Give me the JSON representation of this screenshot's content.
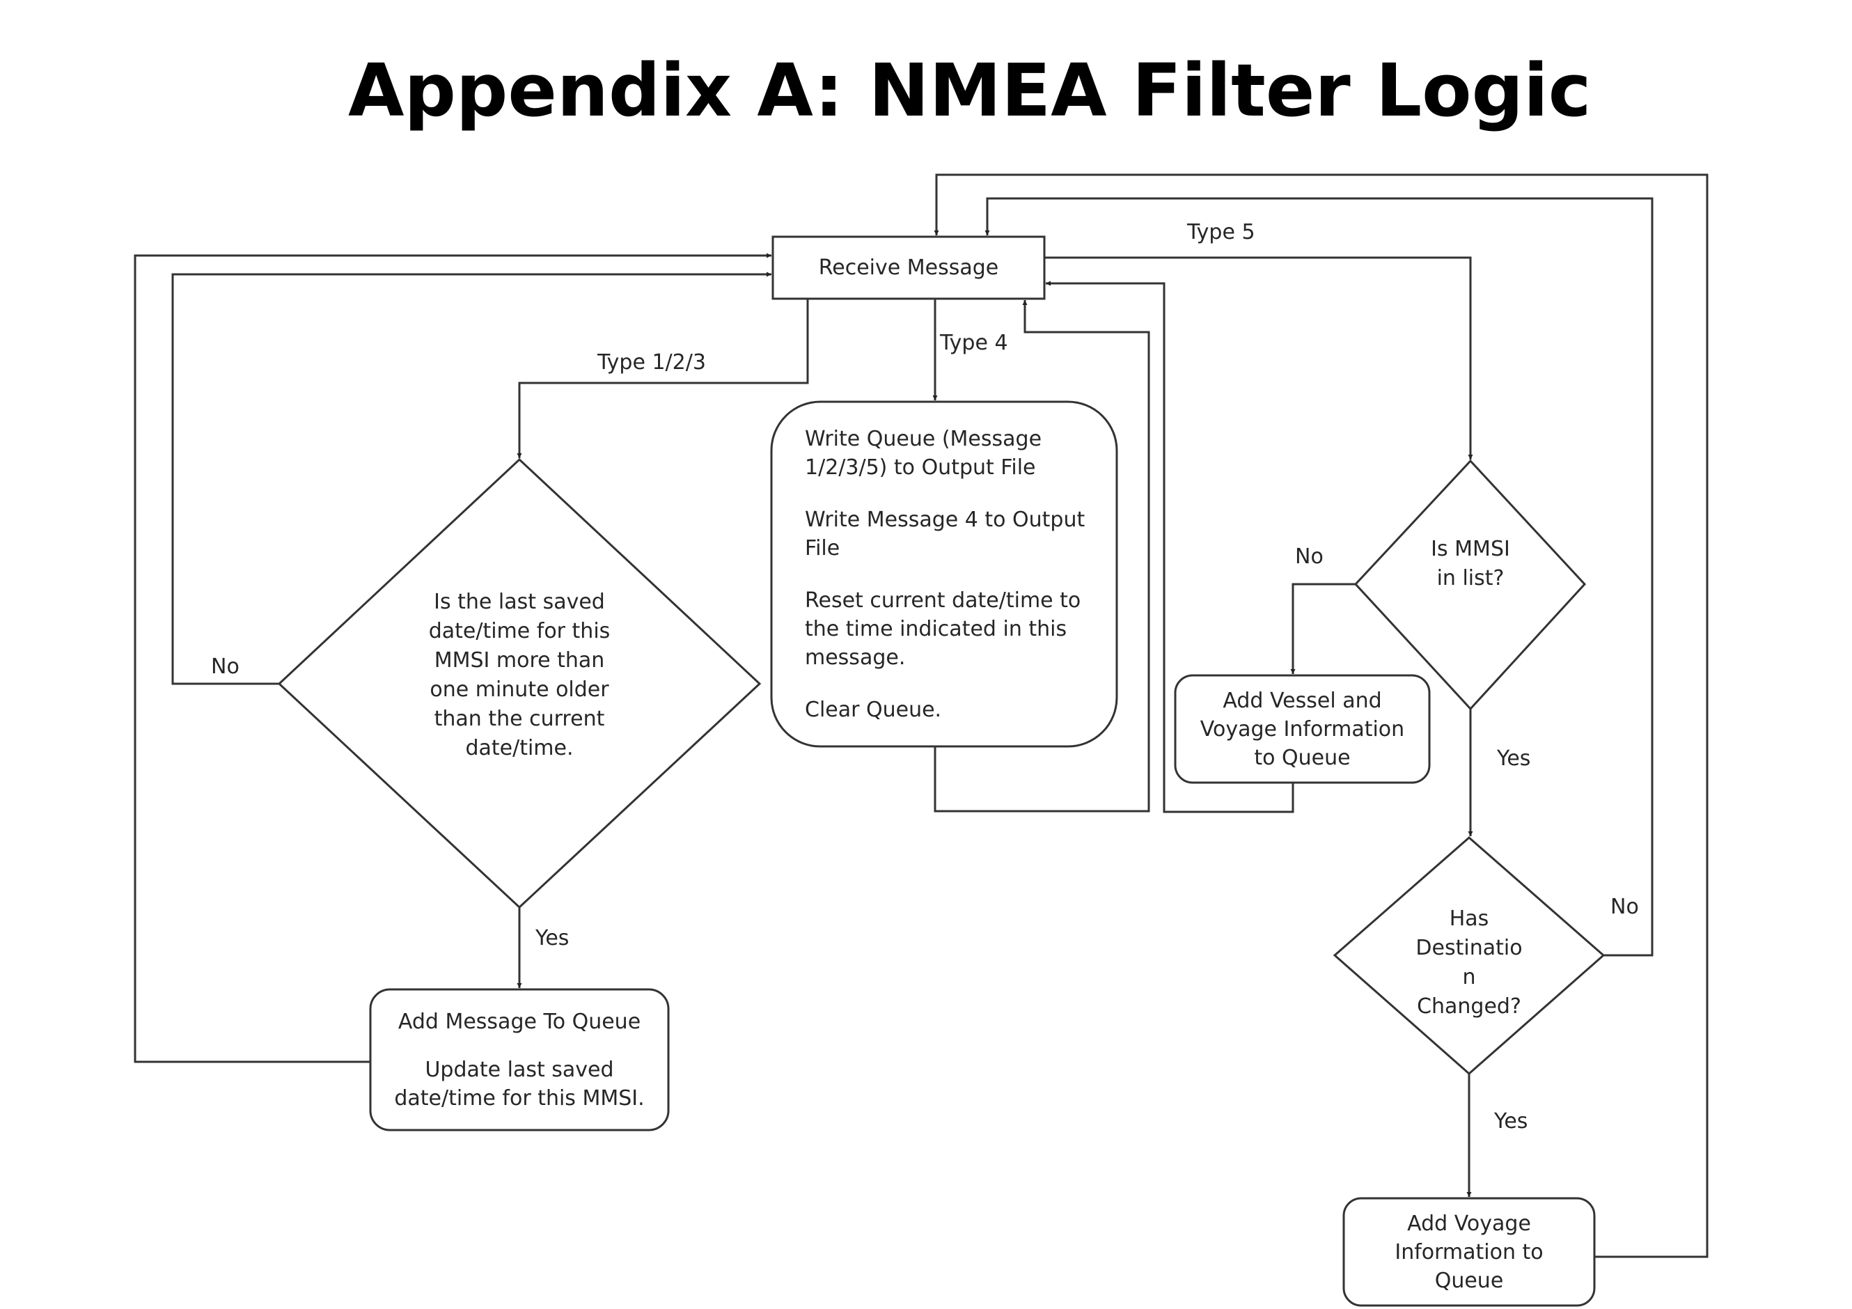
{
  "title": "Appendix A: NMEA Filter Logic",
  "nodes": {
    "receive": "Receive Message",
    "decision_time": [
      "Is the last saved",
      "date/time for this",
      "MMSI more than",
      "one minute older",
      "than the current",
      "date/time."
    ],
    "add_queue": {
      "line1": "Add Message To Queue",
      "line2": "Update last saved",
      "line3": "date/time for this MMSI."
    },
    "write_queue": {
      "p1": [
        "Write Queue (Message",
        "1/2/3/5) to Output File"
      ],
      "p2": [
        "Write Message 4 to Output",
        "File"
      ],
      "p3": [
        "Reset current date/time to",
        "the time indicated in this",
        "message."
      ],
      "p4": [
        "Clear Queue."
      ]
    },
    "mmsi_decision": [
      "Is MMSI",
      "in list?"
    ],
    "add_vessel": [
      "Add Vessel and",
      "Voyage Information",
      "to Queue"
    ],
    "destination_decision": [
      "Has",
      "Destinatio",
      "n",
      "Changed?"
    ],
    "add_voyage": [
      "Add Voyage",
      "Information to",
      "Queue"
    ]
  },
  "edge_labels": {
    "type123": "Type 1/2/3",
    "type4": "Type 4",
    "type5": "Type 5",
    "no_time": "No",
    "yes_time": "Yes",
    "no_mmsi": "No",
    "yes_mmsi": "Yes",
    "no_dest": "No",
    "yes_dest": "Yes"
  }
}
